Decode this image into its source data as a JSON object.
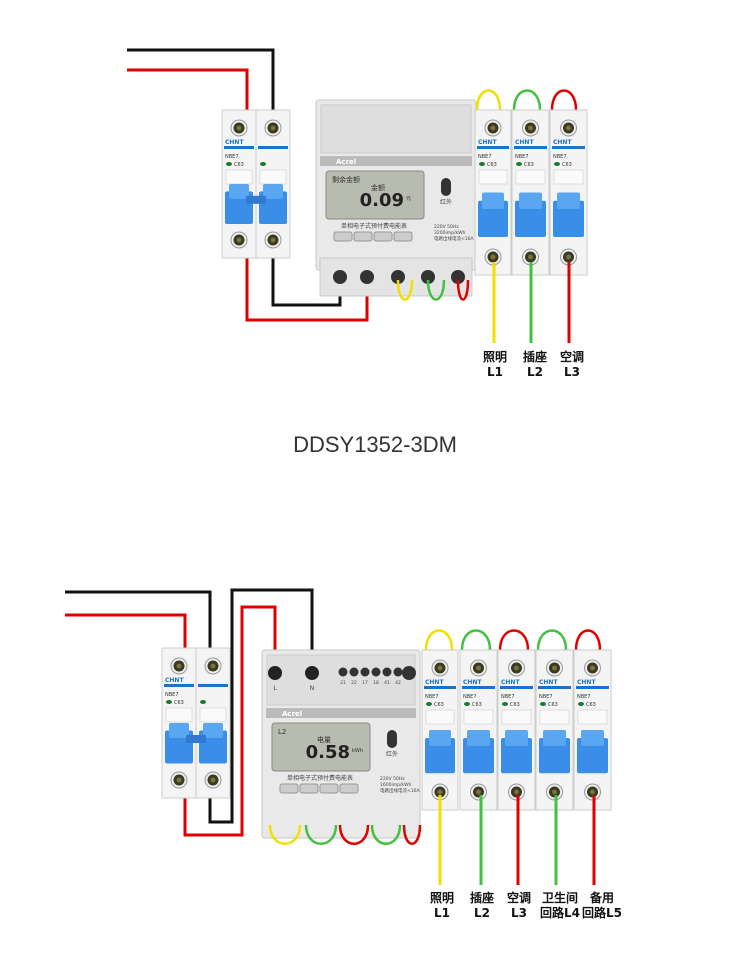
{
  "title": "DDSY1352-3DM",
  "colors": {
    "live": "#e00000",
    "neutral": "#111111",
    "yellow": "#f0e000",
    "green": "#44c040",
    "breaker_blue": "#3a8ee8",
    "brand": "#1a73c9"
  },
  "breaker": {
    "brand": "CHNT",
    "model": "NBE7",
    "rating": "C63"
  },
  "meter": {
    "brand": "Acrel",
    "product_name": "单相电子式预付费电能表",
    "spec1": "220V 50Hz",
    "spec2": "3200imp/kWh",
    "spec3": "电路出线电流<16A",
    "led_label": "红外"
  },
  "diagram1": {
    "meter_display": {
      "line1": "剩余金额",
      "line2": "金额",
      "value": "0.09",
      "unit": "元"
    },
    "outputs": [
      {
        "name": "照明",
        "code": "L1"
      },
      {
        "name": "插座",
        "code": "L2"
      },
      {
        "name": "空调",
        "code": "L3"
      }
    ]
  },
  "diagram2": {
    "meter_display": {
      "line1": "L2",
      "line2": "电量",
      "value": "0.58",
      "unit": "kWh"
    },
    "terminals": {
      "L": "L",
      "N": "N",
      "aux": [
        "21",
        "22",
        "17",
        "18",
        "41",
        "42"
      ]
    },
    "spec2": "1600imp/kWh",
    "outputs": [
      {
        "name": "照明",
        "code": "L1"
      },
      {
        "name": "插座",
        "code": "L2"
      },
      {
        "name": "空调",
        "code": "L3"
      },
      {
        "name": "卫生间",
        "code": "回路L4"
      },
      {
        "name": "备用",
        "code": "回路L5"
      }
    ]
  }
}
